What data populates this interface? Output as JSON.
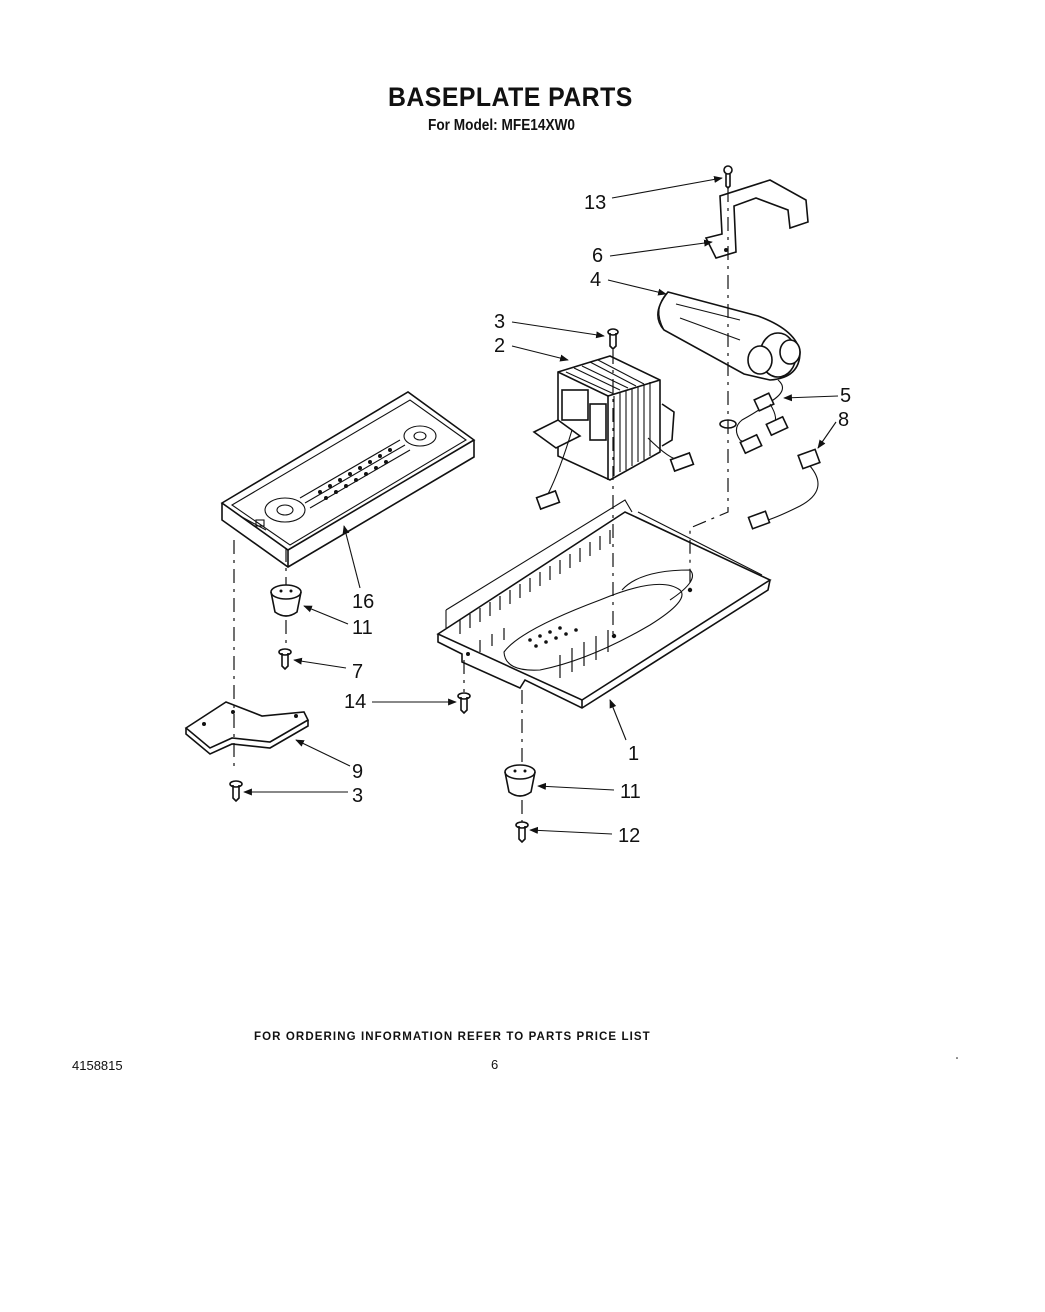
{
  "header": {
    "title": "BASEPLATE PARTS",
    "subtitle": "For Model: MFE14XW0"
  },
  "footer": {
    "ordering_note": "FOR ORDERING INFORMATION REFER TO PARTS PRICE LIST",
    "doc_number": "4158815",
    "page_number": "6"
  },
  "callouts": {
    "c13": "13",
    "c6": "6",
    "c4": "4",
    "c3_top": "3",
    "c2": "2",
    "c5": "5",
    "c8": "8",
    "c16": "16",
    "c11_left": "11",
    "c7": "7",
    "c14": "14",
    "c1": "1",
    "c9": "9",
    "c3_bottom": "3",
    "c11_bottom": "11",
    "c12": "12"
  }
}
